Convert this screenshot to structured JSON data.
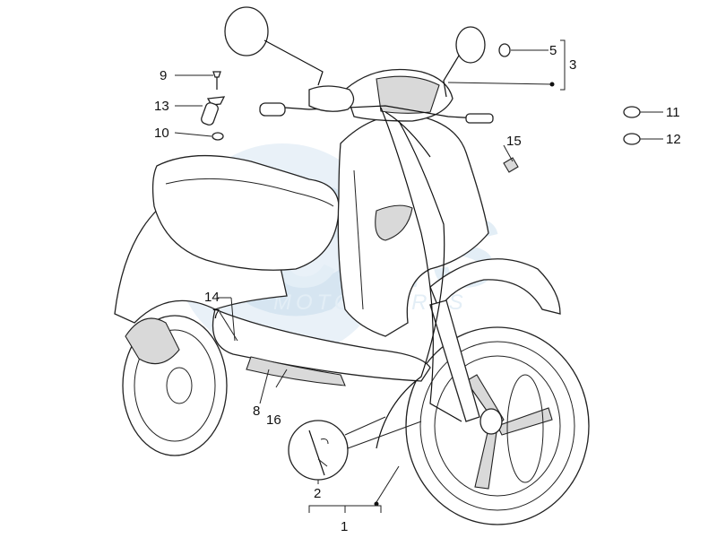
{
  "watermark": {
    "brand": "CMS",
    "sub": "MOTORPARTS",
    "fill": "#dfeaf3"
  },
  "callouts": {
    "c1": "1",
    "c2": "2",
    "c3": "3",
    "c5": "5",
    "c7": "7",
    "c8": "8",
    "c9": "9",
    "c10": "10",
    "c11": "11",
    "c12": "12",
    "c13": "13",
    "c14": "14",
    "c15": "15",
    "c16": "16"
  }
}
